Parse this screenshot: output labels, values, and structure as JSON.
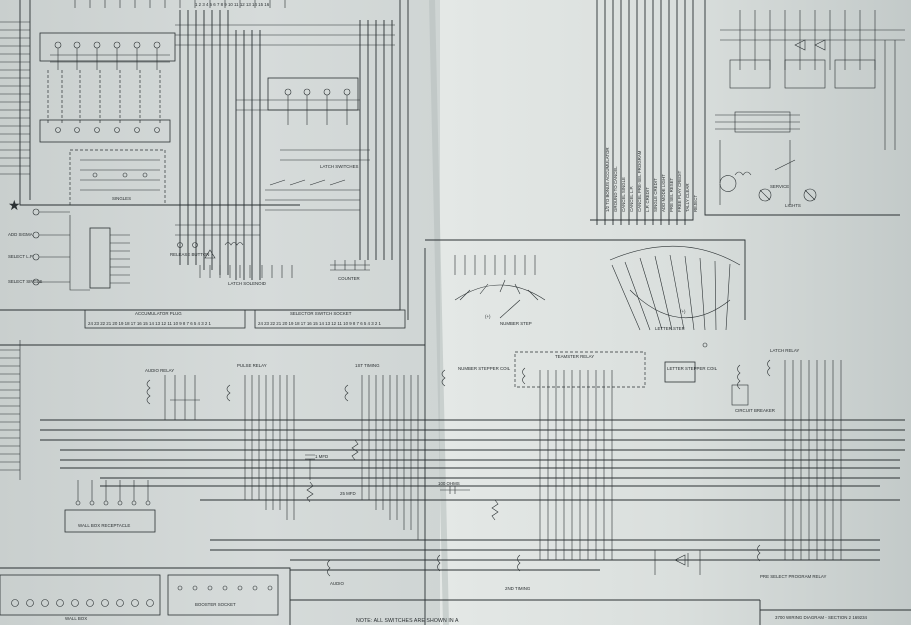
{
  "labels": {
    "add_sigma": "ADD SIGMA",
    "select_lp": "SELECT L.P.",
    "select_single": "SELECT SINGLE",
    "singles": "SINGLES",
    "latch_switches": "LATCH SWITCHES",
    "release_button": "RELEASE BUTTON",
    "latch_solenoid": "LATCH SOLENOID",
    "counter": "COUNTER",
    "accumulator_plug": "ACCUMULATOR PLUG",
    "selector_switch_socket": "SELECTOR SWITCH SOCKET",
    "number_step": "NUMBER STEP",
    "letter_step": "LETTER STEP",
    "audio_relay": "AUDIO RELAY",
    "pulse_relay": "PULSE RELAY",
    "first_timing": "1ST TIMING",
    "number_stepper_coil": "NUMBER STEPPER COIL",
    "teamster_relay": "TEAMSTER RELAY",
    "letter_stepper_coil": "LETTER STEPPER COIL",
    "circuit_breaker": "CIRCUIT BREAKER",
    "latch_relay": "LATCH RELAY",
    "wall_box_receptacle": "WALL BOX RECEPTACLE",
    "wall_box": "WALL BOX",
    "booster_socket": "BOOSTER SOCKET",
    "audio": "AUDIO",
    "second_timing": "2ND TIMING",
    "pre_select_program_relay": "PRE SELECT PROGRAM RELAY",
    "cap_1": "1 MFD",
    "cap_2": "25 MFD",
    "res_1": "100 OHMS",
    "service": "SERVICE",
    "lights": "LIGHTS",
    "plus_sign": "(+)",
    "footer_note": "NOTE: ALL SWITCHES ARE SHOWN IN A",
    "title_block": "3700 WIRING DIAGRAM - SECTION 2 169234"
  },
  "legend_items": [
    "1/2 TO BONUS ACCUMULATOR",
    "GROUND TO CANCEL",
    "CANCEL SINGLE",
    "CANCEL L.P.",
    "CANCEL PRE-SEL PROGRAM",
    "L.P. CREDIT",
    "SINGLE CREDIT",
    "ADD MODE LIGHT",
    "PRE SEL RESET",
    "FREE PLAY CREDIT",
    "TALLY CLEAR",
    "REJECT"
  ]
}
